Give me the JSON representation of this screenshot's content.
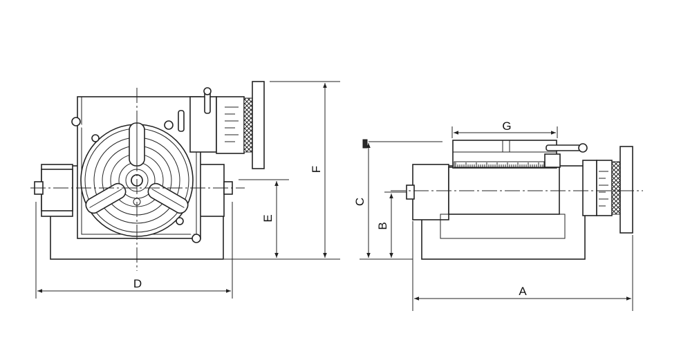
{
  "labels": {
    "A": "A",
    "B": "B",
    "C": "C",
    "D": "D",
    "E": "E",
    "F": "F",
    "G": "G"
  },
  "colors": {
    "line": "#222222",
    "background": "#ffffff"
  }
}
